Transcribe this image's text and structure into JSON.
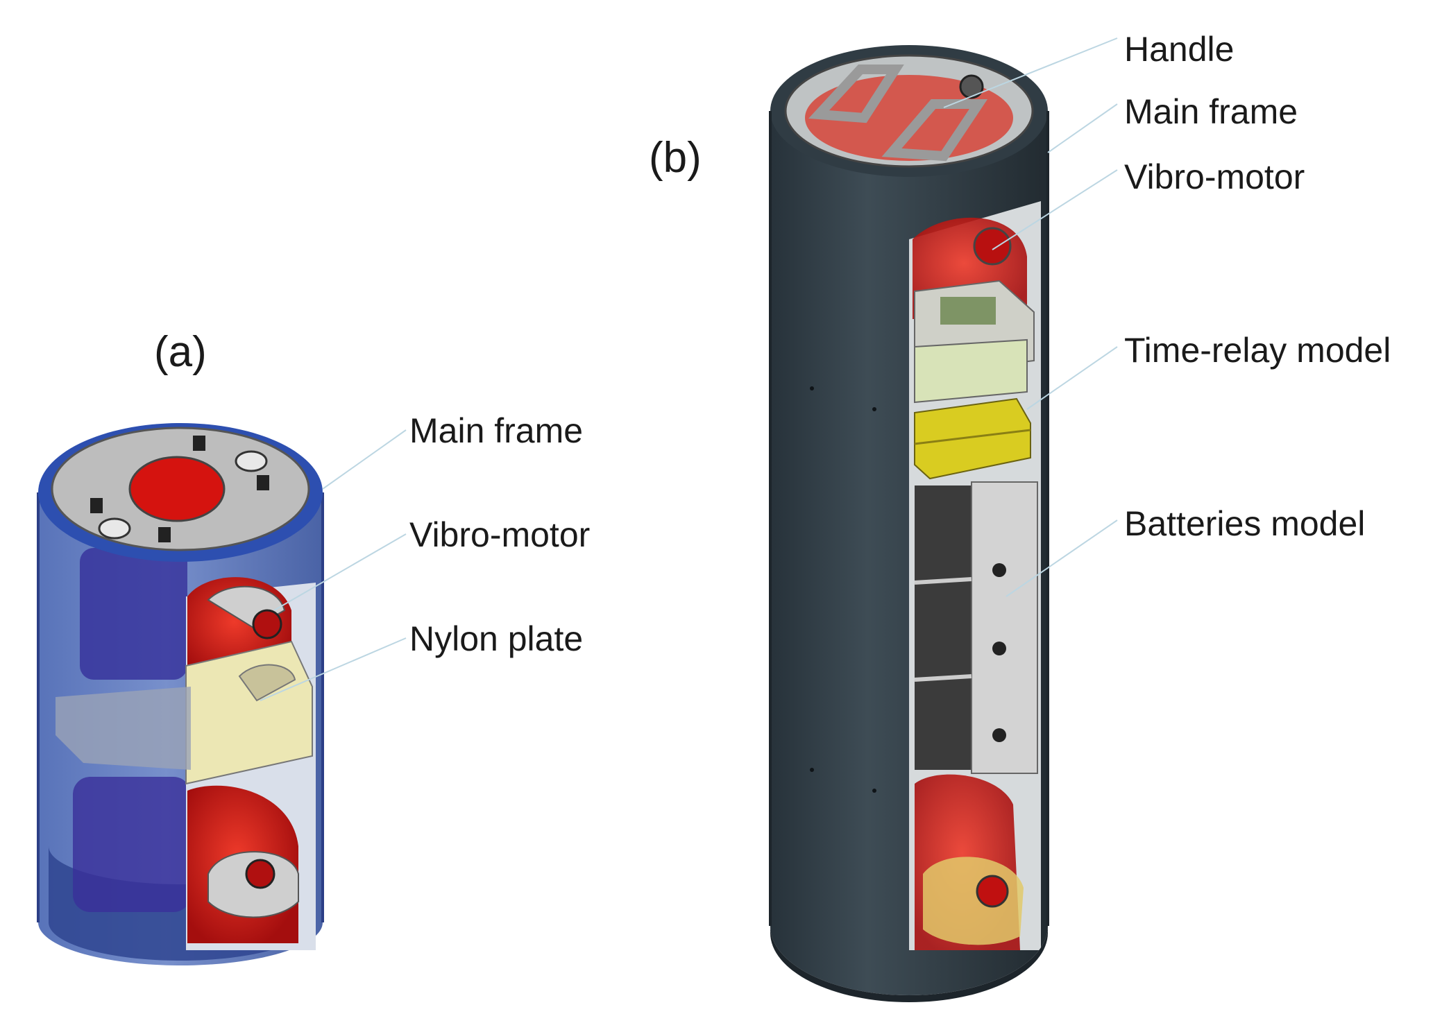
{
  "panel_a": {
    "label": "(a)",
    "callouts": [
      "Main frame",
      "Vibro-motor",
      "Nylon plate"
    ]
  },
  "panel_b": {
    "label": "(b)",
    "callouts": [
      "Handle",
      "Main frame",
      "Vibro-motor",
      "Time-relay model",
      "Batteries model"
    ]
  },
  "colors": {
    "housing_a": "#3f5fa8",
    "housing_b": "#2f3b42",
    "motor": "#d01818",
    "nylon_plate": "#ece7b4",
    "time_relay": "#d9cc21",
    "batteries": "#3b3b3b",
    "metal": "#c9c9c9"
  }
}
